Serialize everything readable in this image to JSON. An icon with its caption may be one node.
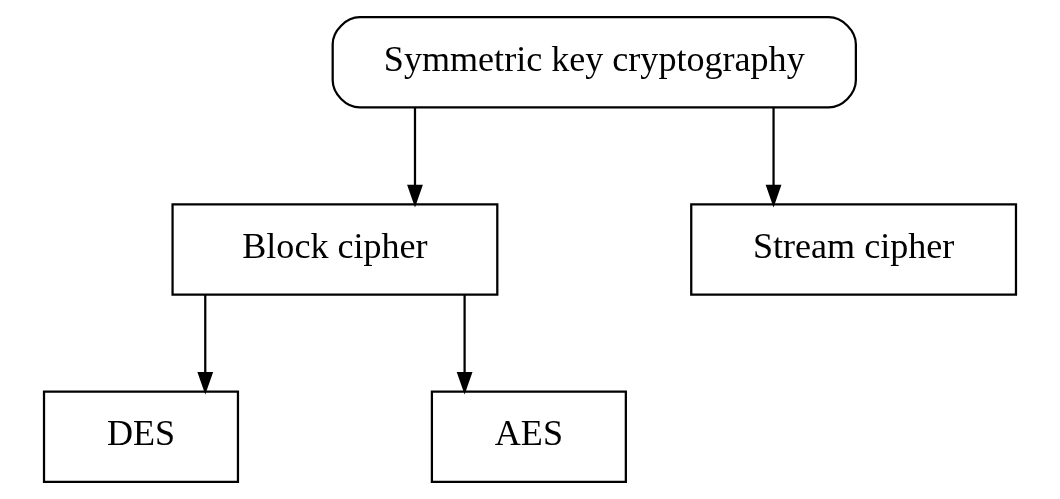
{
  "diagram": {
    "nodes": [
      {
        "text": [
          "Symmetric key cryptography"
        ]
      },
      {
        "text": [
          "Block cipher"
        ]
      },
      {
        "text": [
          "Stream cipher"
        ]
      },
      {
        "text": [
          "DES"
        ]
      },
      {
        "text": [
          "AES"
        ]
      }
    ],
    "edges": [
      {
        "from": 0,
        "to": 1,
        "arrow": "to"
      },
      {
        "from": 0,
        "to": 2,
        "arrow": "to"
      },
      {
        "from": 1,
        "to": 3,
        "arrow": "to"
      },
      {
        "from": 1,
        "to": 4,
        "arrow": "to"
      }
    ]
  }
}
